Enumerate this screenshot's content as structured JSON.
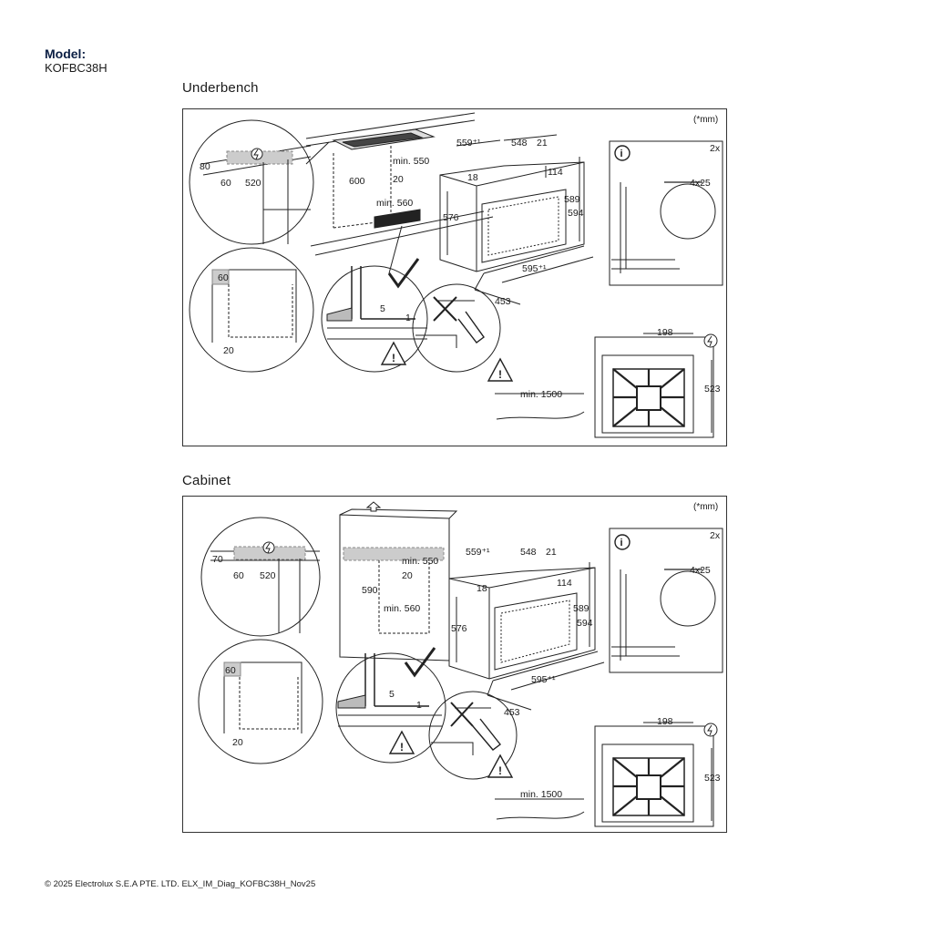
{
  "header": {
    "model_label": "Model:",
    "model_value": "KOFBC38H"
  },
  "sections": {
    "underbench": {
      "title": "Underbench",
      "unit_note": "(*mm)",
      "dims": {
        "d80": "80",
        "d60": "60",
        "d520": "520",
        "d600": "600",
        "min550": "min. 550",
        "d20": "20",
        "min560": "min. 560",
        "w559": "559⁺¹",
        "d548": "548",
        "d21": "21",
        "d18": "18",
        "d114": "114",
        "d576": "576",
        "d589": "589",
        "d594": "594",
        "w595": "595⁺¹",
        "d453": "453",
        "inset60": "60",
        "inset20": "20",
        "d5": "5",
        "d1": "1",
        "min1500": "min. 1500",
        "d198": "198",
        "d523": "523",
        "count2x": "2x",
        "screw": "4x25"
      }
    },
    "cabinet": {
      "title": "Cabinet",
      "unit_note": "(*mm)",
      "dims": {
        "d70": "70",
        "d60": "60",
        "d520": "520",
        "d590": "590",
        "min550": "min. 550",
        "d20": "20",
        "min560": "min. 560",
        "w559": "559⁺¹",
        "d548": "548",
        "d21": "21",
        "d18": "18",
        "d114": "114",
        "d576": "576",
        "d589": "589",
        "d594": "594",
        "w595": "595⁺¹",
        "d453": "453",
        "inset60": "60",
        "inset20": "20",
        "d5": "5",
        "d1": "1",
        "min1500": "min. 1500",
        "d198": "198",
        "d523": "523",
        "count2x": "2x",
        "screw": "4x25"
      }
    }
  },
  "icons": [
    "lightning-icon",
    "info-icon",
    "warning-icon",
    "checkmark-icon",
    "cross-icon",
    "up-arrow-icon"
  ],
  "footer": {
    "text": "© 2025 Electrolux S.E.A PTE. LTD. ELX_IM_Diag_KOFBC38H_Nov25"
  }
}
